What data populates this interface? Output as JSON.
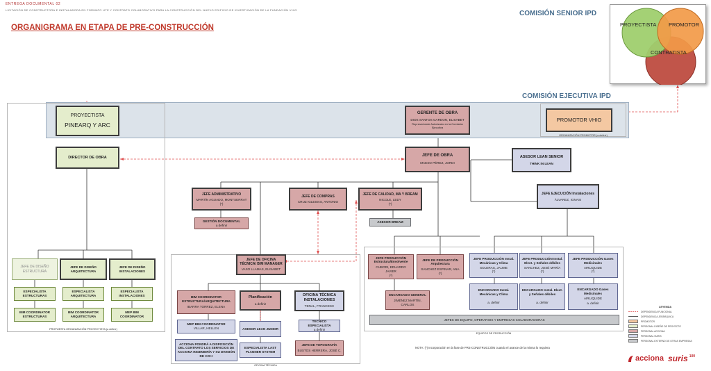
{
  "header": {
    "doc_label": "ENTREGA DOCUMENTAL 02",
    "doc_subtitle": "LICITACIÓN DE CONSTRUCTORA E INSTALADORA EN FORMATO UTE Y CONTRATO COLABORATIVO PARA LA CONSTRUCCIÓN DEL NUEVO EDIFICIO DE INVESTIGACIÓN DE LA FUNDACIÓN VHIO",
    "title": "ORGANIGRAMA EN ETAPA DE PRE-CONSTRUCCIÓN"
  },
  "senior": {
    "label": "COMISIÓN SENIOR IPD",
    "circles": [
      "PROYECTISTA",
      "PROMOTOR",
      "CONTRATISTA"
    ]
  },
  "ejecutiva": {
    "label": "COMISIÓN EJECUTIVA IPD"
  },
  "top": {
    "proyectista_role": "PROYECTISTA",
    "proyectista_name": "PINEARQ Y ARC",
    "gerente_role": "GERENTE DE OBRA",
    "gerente_name": "DIOS SANTOS GARDON, ELISABET",
    "gerente_note": "Representante Autorizado en la Comisión Ejecutiva",
    "promotor": "PROMOTOR VHIO",
    "promotor_caption": "ORGANIZACIÓN PROMOTOR (a definir)"
  },
  "second": {
    "director": "DIRECTOR DE OBRA",
    "jefe_obra_role": "JEFE DE OBRA",
    "jefe_obra_name": "MAESO PÉREZ, JORDI",
    "lean_role": "ASESOR LEAN SENIOR",
    "lean_name": "THINK IN LEAN"
  },
  "third": {
    "adm_role": "JEFE ADMINISTRATIVO",
    "adm_name": "MARTÍN AGUADO, MONTSERRAT",
    "adm_mark": "(*)",
    "gest_role": "GESTIÓN DOCUMENTAL",
    "gest_name": "a definir",
    "compras_role": "JEFE DE COMPRAS",
    "compras_name": "CRUZ IGLESIAS, ANTONIO",
    "calidad_role": "JEFE DE CALIDAD, MA Y BREAM",
    "calidad_name": "NICOLE, LEDY",
    "calidad_mark": "(*)",
    "bream": "ASESOR BREAM",
    "ejec_role": "JEFE EJECUCIÓN Instalaciones",
    "ejec_name": "ÁLVAREZ, IGNASI"
  },
  "proyectista_org": {
    "caption": "PROPUESTA ORGANIZACIÓN PROYECTISTA (a definir)",
    "jefe_estr": "JEFE DE DISEÑO ESTRUCTURA",
    "jefe_arq": "JEFE DE DISEÑO ARQUITECTURA",
    "jefe_inst": "JEFE DE DISEÑO INSTALACIONES",
    "esp_estr": "ESPECIALISTA ESTRUCTURAS",
    "esp_arq": "ESPECIALISTA ARQUITECTURA",
    "esp_inst": "ESPECIALISTA INSTALACIONES",
    "bim_estr": "BIM COORDINATOR ESTRUCTURAS",
    "bim_arq": "BIM COORDINATOR ARQUITECTURA",
    "mep": "MEP BIM COORDINATOR"
  },
  "oficina": {
    "caption": "OFICINA TÉCNICA",
    "jefe_role": "JEFE DE OFICINA TÉCNICA/ BIM MANAGER",
    "jefe_name": "VASO LLAMAS, ELISABET",
    "bim_role": "BIM COORDINATOR ESTRUCTURA/ARQUITECTURA",
    "bim_name": "IBARRA TORREZ, ELENA",
    "mep_role": "MEP BIM COORDINATOR",
    "mep_name": "VILLAR, HELLEN",
    "acc": "ACCIONA PONDRÁ A DISPOSICIÓN DEL CONTRATO LOS SERVICIOS DE ACCIONA INGENIERÍA Y SU DIVISIÓN DE I+D+I",
    "plan_role": "Planificación",
    "plan_name": "a definir",
    "lean_jr": "ASESOR LEAN JUNIOR",
    "last_planner": "ESPECIALISTA LAST PLANNER SYSTEM",
    "ofi_inst_role": "OFICINA TÉCNICA INSTALACIONES",
    "ofi_inst_name": "TENAL, FRANCESC",
    "tec_role": "TÉCNICO ESPECIALISTA",
    "tec_name": "a definir",
    "topo_role": "JEFE DE TOPOGRAFÍA",
    "topo_name": "BUSTOS HERRERA, JOSÉ C."
  },
  "produccion": {
    "caption": "EQUIPOS DE PRODUCCIÓN",
    "p1_role": "JEFE PRODUCCIÓN Estructura/Envolvente",
    "p1_name": "CUBORI, EDUARDO JAVIER",
    "p1_mark": "(*)",
    "p2_role": "JEFE DE PRODUCCIÓN Arquitectura",
    "p2_name": "SANCHEZ ESPINAR, ANA",
    "p2_mark": "(*)",
    "enc_role": "ENCARGADO GENERAL",
    "enc_name": "JIMÉNEZ MARTÍN, CARLOS",
    "i1_role": "JEFE PRODUCCIÓN Instal. Mecánicas y Clima",
    "i1_name": "SOLERAS, JAUME",
    "i2_role": "JEFE PRODUCCIÓN Instal. Elect. y Señales débiles",
    "i2_name": "SANCHEZ, JOSÉ MARÍA",
    "i3_role": "JEFE PRODUCCIÓN Gases Medicinales",
    "i3_name": "AIRLIQUIDE",
    "mark": "(*)",
    "e1_role": "ENCARGADO Instal. Mecánicas y Clima",
    "e2_role": "ENCARGADO Instal. Elect. y Señales débiles",
    "e3_role": "ENCARGADO Gases Medicinales",
    "e3_name": "AIRLIQUIDE",
    "tbd": "a. definir",
    "equipos": "JEFES DE EQUIPO, OPERARIOS Y EMPRESAS COLABORADORAS"
  },
  "note": "NOTA: (*) Incorporación en la fase de PRE-CONSTRUCCIÓN cuando el avance de la misma lo requiera",
  "legend": {
    "title": "LEYENDA",
    "items": [
      "DEPENDENCIA FUNCIONAL",
      "DEPENDENCIA JERÁRQUICA",
      "PROMOTOR",
      "PERSONAL DISEÑO DE PROYECTO",
      "PERSONAL ACCIONA",
      "PERSONAL SURIS",
      "PERSONAL EXTERNO DE OTRAS EMPRESAS"
    ],
    "colors": [
      "#e05050",
      "#333333",
      "#f4c8a2",
      "#e4edcc",
      "#d6a7a7",
      "#d3d6e8",
      "#c7c9cc"
    ]
  },
  "logos": {
    "acciona": "acciona",
    "suris": "suris",
    "suris_badge": "100"
  }
}
